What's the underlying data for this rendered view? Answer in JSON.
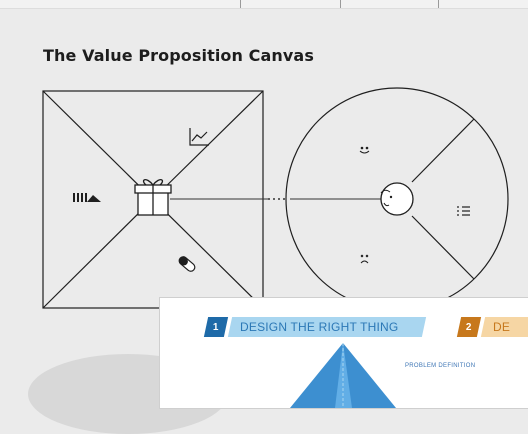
{
  "page": {
    "title": "The Value Proposition Canvas"
  },
  "card": {
    "step1": {
      "number": "1",
      "label": "DESIGN THE RIGHT THING"
    },
    "step2": {
      "number": "2",
      "label": "DE"
    },
    "subtext": "PROBLEM DEFINITION"
  },
  "icons": {
    "square_top_right": "line-chart-icon",
    "square_left": "bar-chart-icon",
    "square_center": "gift-icon",
    "square_bottom": "pill-icon",
    "circle_top": "smile-icon",
    "circle_right": "checklist-icon",
    "circle_bottom": "frown-icon",
    "circle_center": "face-icon"
  },
  "colors": {
    "step1_dark": "#1e6aa8",
    "step1_light": "#a9d6f0",
    "step2_dark": "#c7781c",
    "step2_light": "#f6d6a4"
  }
}
